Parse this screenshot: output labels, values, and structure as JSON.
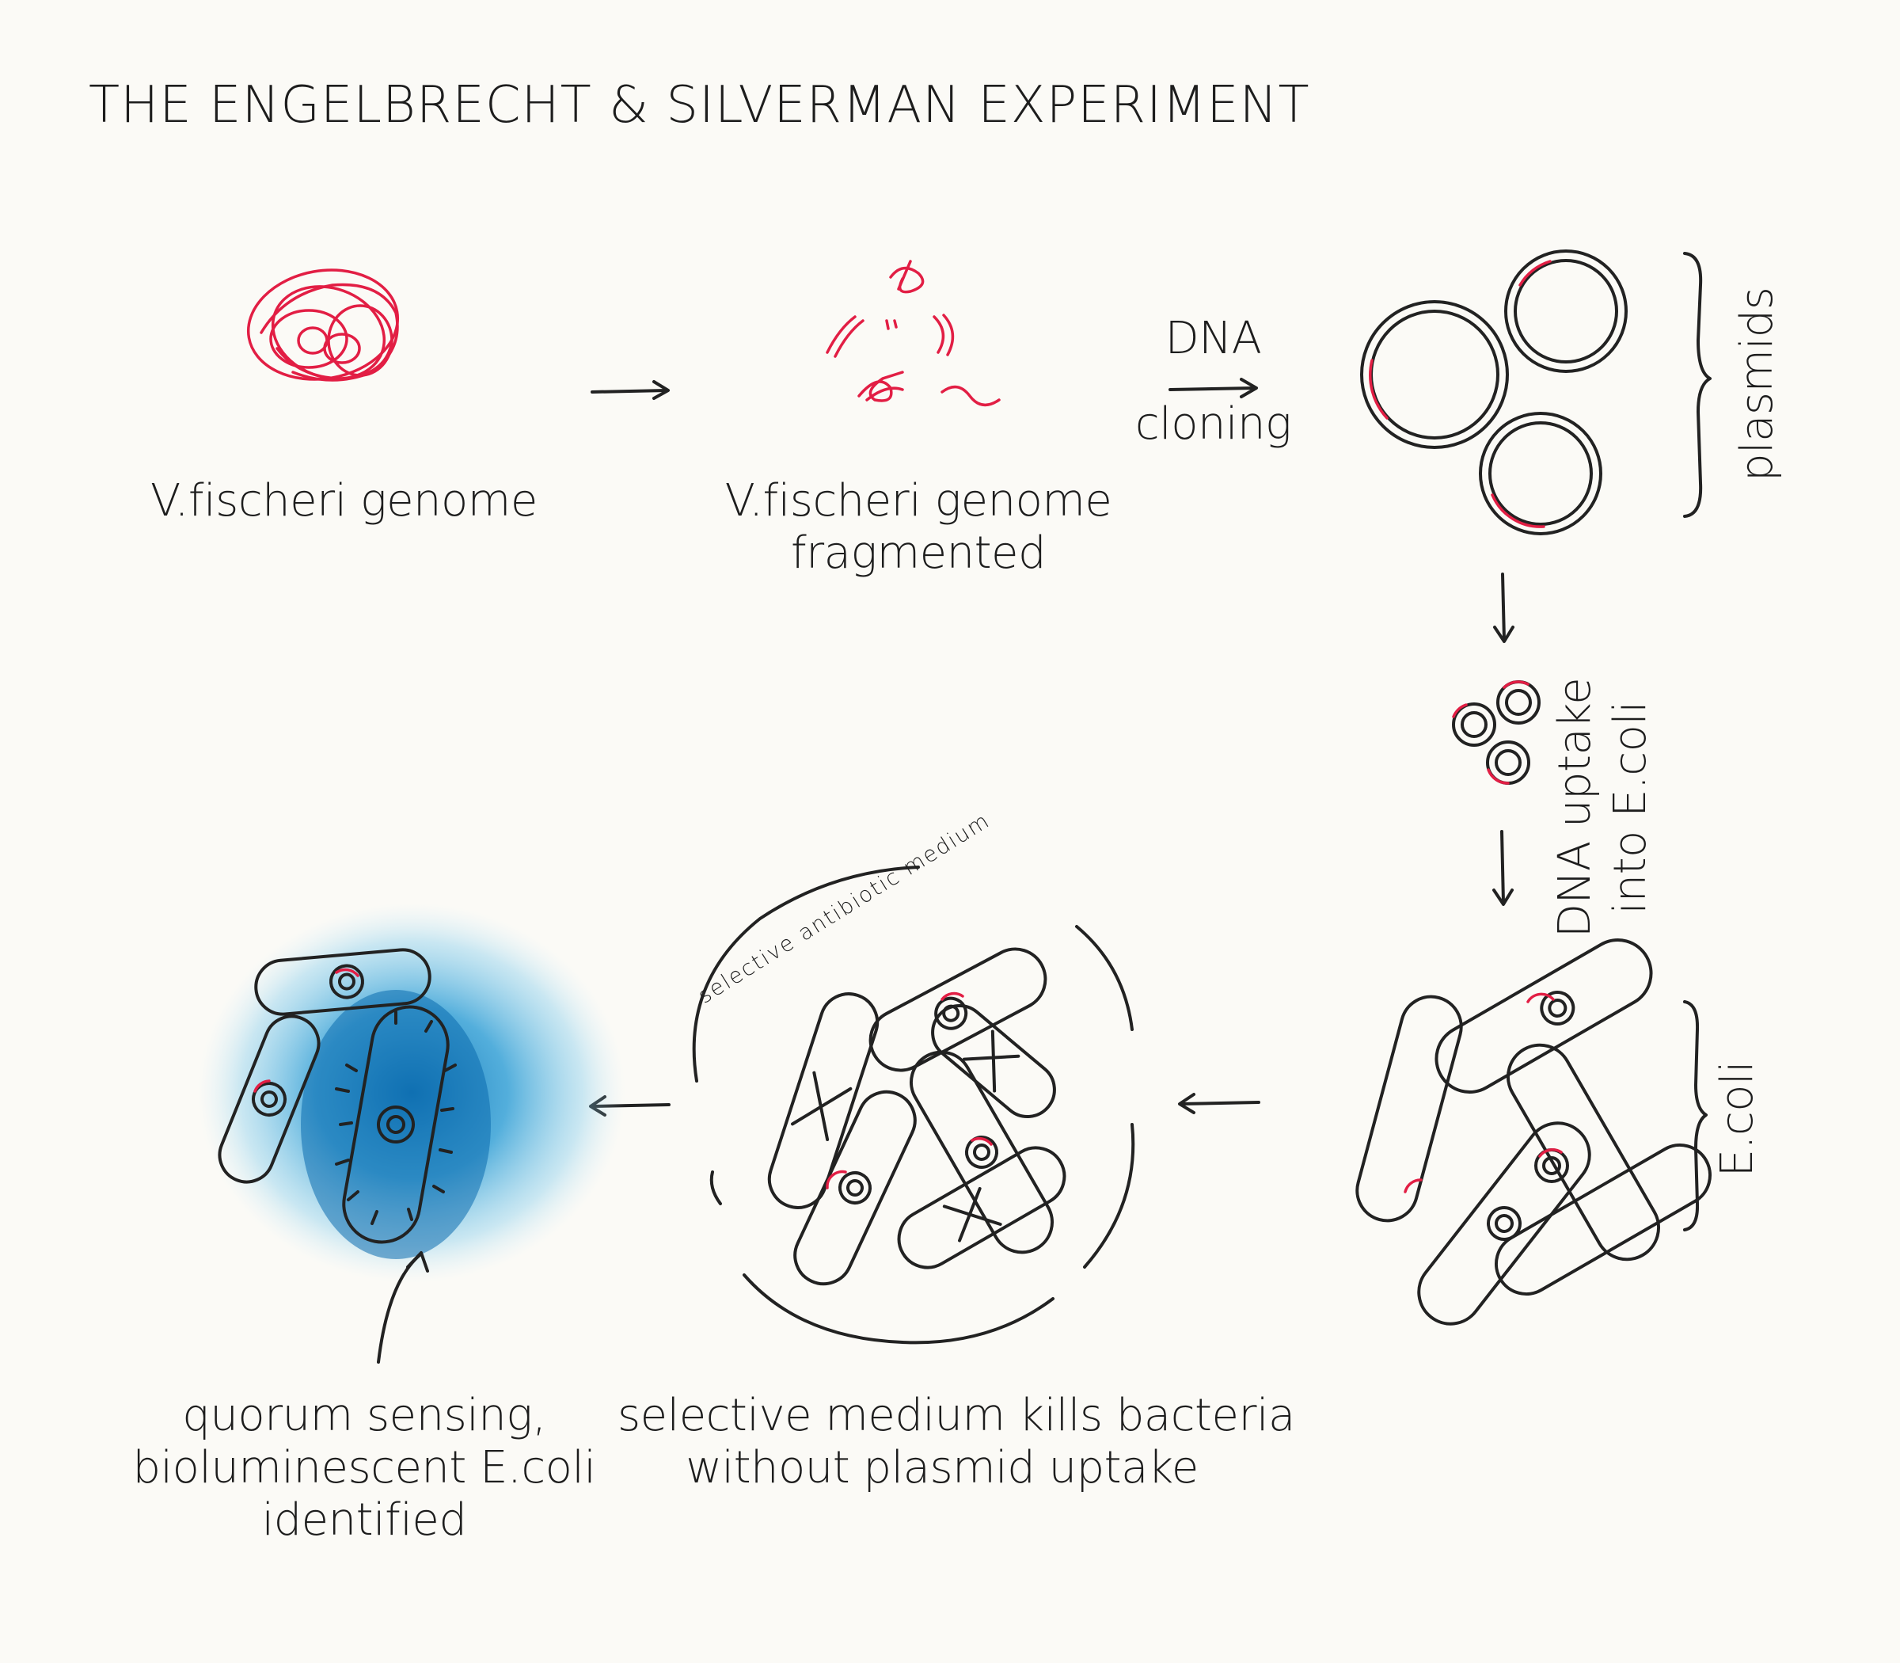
{
  "title": "THE ENGELBRECHT & SILVERMAN EXPERIMENT",
  "labels": {
    "genome": "V.fischeri genome",
    "fragmented_line1": "V.fischeri genome",
    "fragmented_line2": "fragmented",
    "cloning_line1": "DNA",
    "cloning_line2": "cloning",
    "plasmids": "plasmids",
    "uptake_line1": "DNA uptake",
    "uptake_line2": "into E.coli",
    "ecoli": "E.coli",
    "medium_arc": "selective antibiotic medium",
    "selective_line1": "selective medium kills bacteria",
    "selective_line2": "without plasmid uptake",
    "quorum_line1": "quorum sensing,",
    "quorum_line2": "bioluminescent E.coli",
    "quorum_line3": "identified"
  },
  "colors": {
    "ink": "#222222",
    "dna_red": "#e21e44",
    "glow_blue": "#1a8fcf",
    "paper": "#fbfaf6"
  }
}
